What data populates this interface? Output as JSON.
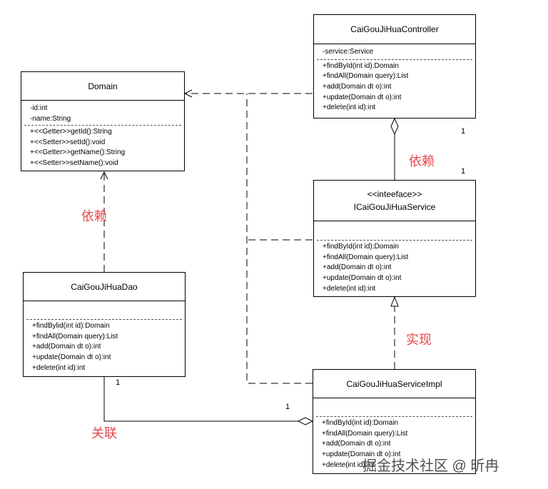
{
  "classes": {
    "controller": {
      "name": "CaiGouJiHuaController",
      "attributes": [
        "-service:Service"
      ],
      "operations": [
        "+findById(int id):Domain",
        "+findAll(Domain query):List",
        "+add(Domain dt o):int",
        "+update(Domain dt o):int",
        "+delete(int id):int"
      ]
    },
    "domain": {
      "name": "Domain",
      "attributes": [
        "-id:int",
        "-name:String"
      ],
      "operations": [
        "+<<Getter>>getId():String",
        "+<<Setter>>setId():void",
        "+<<Getter>>getName():String",
        "+<<Setter>>setName():void"
      ]
    },
    "service": {
      "stereotype": "<<inteeface>>",
      "name": "ICaiGouJiHuaService",
      "attributes": [],
      "operations": [
        "+findById(int id):Domain",
        "+findAll(Domain query):List",
        "+add(Domain dt o):int",
        "+update(Domain dt o):int",
        "+delete(int id):int"
      ]
    },
    "dao": {
      "name": "CaiGouJiHuaDao",
      "attributes": [],
      "operations": [
        "+findBylid(int id):Domain",
        "+findAll(Domain query):List",
        "+add(Domain dt o):int",
        "+update(Domain dt o):int",
        "+delete(int id):int"
      ]
    },
    "impl": {
      "name": "CaiGouJiHuaServiceImpl",
      "attributes": [],
      "operations": [
        "+findById(int id):Domain",
        "+findAll(Domain query):List",
        "+add(Domain dt o):int",
        "+update(Domain dt o):int",
        "+delete(int id):int"
      ]
    }
  },
  "labels": {
    "dependency_dao": "依赖",
    "dependency_controller": "依赖",
    "realization": "实现",
    "association": "关联"
  },
  "multiplicities": {
    "controller_end": "1",
    "service_end": "1",
    "dao_end": "1",
    "impl_end": "1"
  },
  "watermark": "掘金技术社区 @ 昕冉",
  "colors": {
    "label": "#e8464b",
    "line": "#000000"
  }
}
